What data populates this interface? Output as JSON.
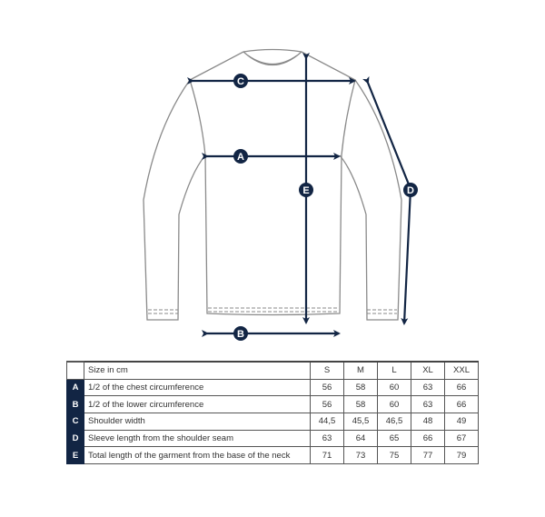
{
  "diagram": {
    "markers": [
      {
        "letter": "A",
        "meaning": "1/2 of the chest circumference"
      },
      {
        "letter": "B",
        "meaning": "1/2 of the lower circumference"
      },
      {
        "letter": "C",
        "meaning": "Shoulder width"
      },
      {
        "letter": "D",
        "meaning": "Sleeve length from the shoulder seam"
      },
      {
        "letter": "E",
        "meaning": "Total length of the garment from the base of the neck"
      }
    ],
    "colors": {
      "arrow": "#122544",
      "outline": "#8a8a8a",
      "badge_text": "#ffffff"
    }
  },
  "table": {
    "header_label": "Size in cm",
    "sizes": [
      "S",
      "M",
      "L",
      "XL",
      "XXL"
    ],
    "rows": [
      {
        "letter": "A",
        "label": "1/2 of the chest circumference",
        "values": [
          "56",
          "58",
          "60",
          "63",
          "66"
        ]
      },
      {
        "letter": "B",
        "label": "1/2 of the lower circumference",
        "values": [
          "56",
          "58",
          "60",
          "63",
          "66"
        ]
      },
      {
        "letter": "C",
        "label": "Shoulder width",
        "values": [
          "44,5",
          "45,5",
          "46,5",
          "48",
          "49"
        ]
      },
      {
        "letter": "D",
        "label": "Sleeve length from the shoulder seam",
        "values": [
          "63",
          "64",
          "65",
          "66",
          "67"
        ]
      },
      {
        "letter": "E",
        "label": "Total length of the garment from the base of the neck",
        "values": [
          "71",
          "73",
          "75",
          "77",
          "79"
        ]
      }
    ]
  }
}
